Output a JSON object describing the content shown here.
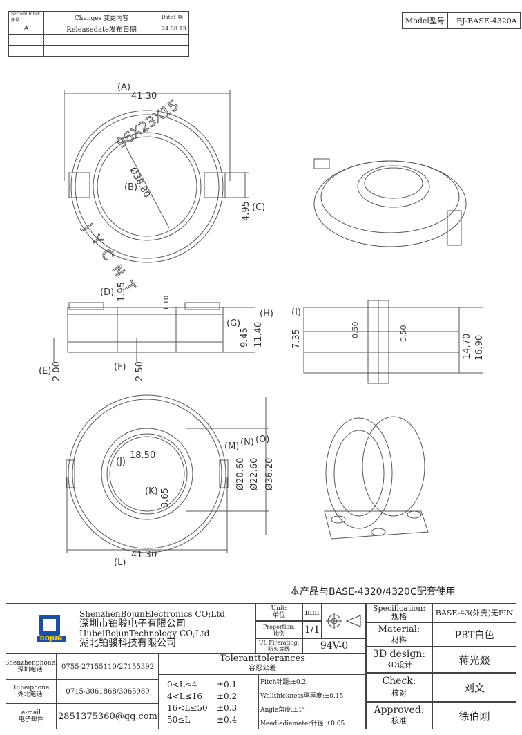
{
  "revision_table": {
    "headers": {
      "serial": "Serialnumber序号",
      "changes": "Changes 变更内容",
      "date": "Date日期"
    },
    "rows": [
      {
        "serial": "A",
        "changes": "Releasedate发布日期",
        "date": "24.08.13"
      },
      {
        "serial": "",
        "changes": "",
        "date": ""
      },
      {
        "serial": "",
        "changes": "",
        "date": ""
      }
    ]
  },
  "model": {
    "label": "Model型号",
    "value": "BJ-BASE-4320A"
  },
  "dimensions": {
    "A": "(A)",
    "A_val": "41.30",
    "B": "(B)",
    "B_val": "Ø38.80",
    "C": "(C)",
    "C_val": "4.95",
    "D": "(D)",
    "D_val": "1.95",
    "E": "(E)",
    "E_val": "2.00",
    "F": "(F)",
    "F_val": "2.50",
    "G": "(G)",
    "G_val": "9.45",
    "H": "(H)",
    "H_val": "11.40",
    "I": "(I)",
    "I_val": "7.35",
    "side_1_10": "1.10",
    "side_0_50a": "0.50",
    "side_0_50b": "0.50",
    "side_14_70": "14.70",
    "side_16_90": "16.90",
    "J": "(J)",
    "J_val": "18.50",
    "K": "(K)",
    "K_val": "3.65",
    "L": "(L)",
    "L_val": "41.30",
    "M": "(M)",
    "M_val": "Ø20.60",
    "N": "(N)",
    "N_val": "Ø22.60",
    "O": "(O)",
    "O_val": "Ø36.20"
  },
  "ring_text": {
    "top": "96X23X15",
    "bottom": "JYCNT"
  },
  "note": "本产品与BASE-4320/4320C配套使用",
  "title_block": {
    "company_en1": "ShenzhenBojunElectronics CO;Ltd",
    "company_cn1": "深圳市铂骏电子有限公司",
    "company_en2": "HubeiBojunTechnology CO;Ltd",
    "company_cn2": "湖北铂骏科技有限公司",
    "logo_text": "BOJUN",
    "unit_label": "Unit:",
    "unit_label_cn": "单位",
    "unit_value": "mm",
    "proportion_label": "Proportion:",
    "proportion_label_cn": "比例",
    "proportion_value": "1/1",
    "ul_label": "UL Firerating:",
    "ul_label_cn": "防火等级",
    "ul_value": "94V-0",
    "spec_label": "Specification:",
    "spec_label_cn": "规格",
    "spec_value": "BASE-43(外壳)无PIN",
    "material_label": "Material:",
    "material_label_cn": "材料",
    "material_value": "PBT白色",
    "design_label": "3D design:",
    "design_label_cn": "3D设计",
    "design_value": "蒋光燚",
    "check_label": "Check:",
    "check_label_cn": "核对",
    "check_value": "刘文",
    "approved_label": "Approved:",
    "approved_label_cn": "核准",
    "approved_value": "徐伯刚",
    "sz_phone_label": "Shenzhenphone:",
    "sz_phone_label_cn": "深圳电话:",
    "sz_phone": "0755-27155110/27155392",
    "hb_phone_label": "Hubeiphone:",
    "hb_phone_label_cn": "湖北电话:",
    "hb_phone": "0715-3061868/3065989",
    "email_label": "e-mail",
    "email_label_cn": "电子邮件",
    "email": "2851375360@qq.com",
    "tol_title": "Toleranttolerances",
    "tol_title_cn": "容忍公差",
    "tol_rows": [
      {
        "range": "0<L≤4",
        "tol": "±0.1"
      },
      {
        "range": "4<L≤16",
        "tol": "±0.2"
      },
      {
        "range": "16<L≤50",
        "tol": "±0.3"
      },
      {
        "range": "50≤L",
        "tol": "±0.4"
      }
    ],
    "pitch": "Pitch针距:±0.2",
    "wall": "Wallthickness壁厚度:±0.15",
    "angle": "Angle角度:±1°",
    "needle": "Needlediameter针径:±0.05"
  }
}
